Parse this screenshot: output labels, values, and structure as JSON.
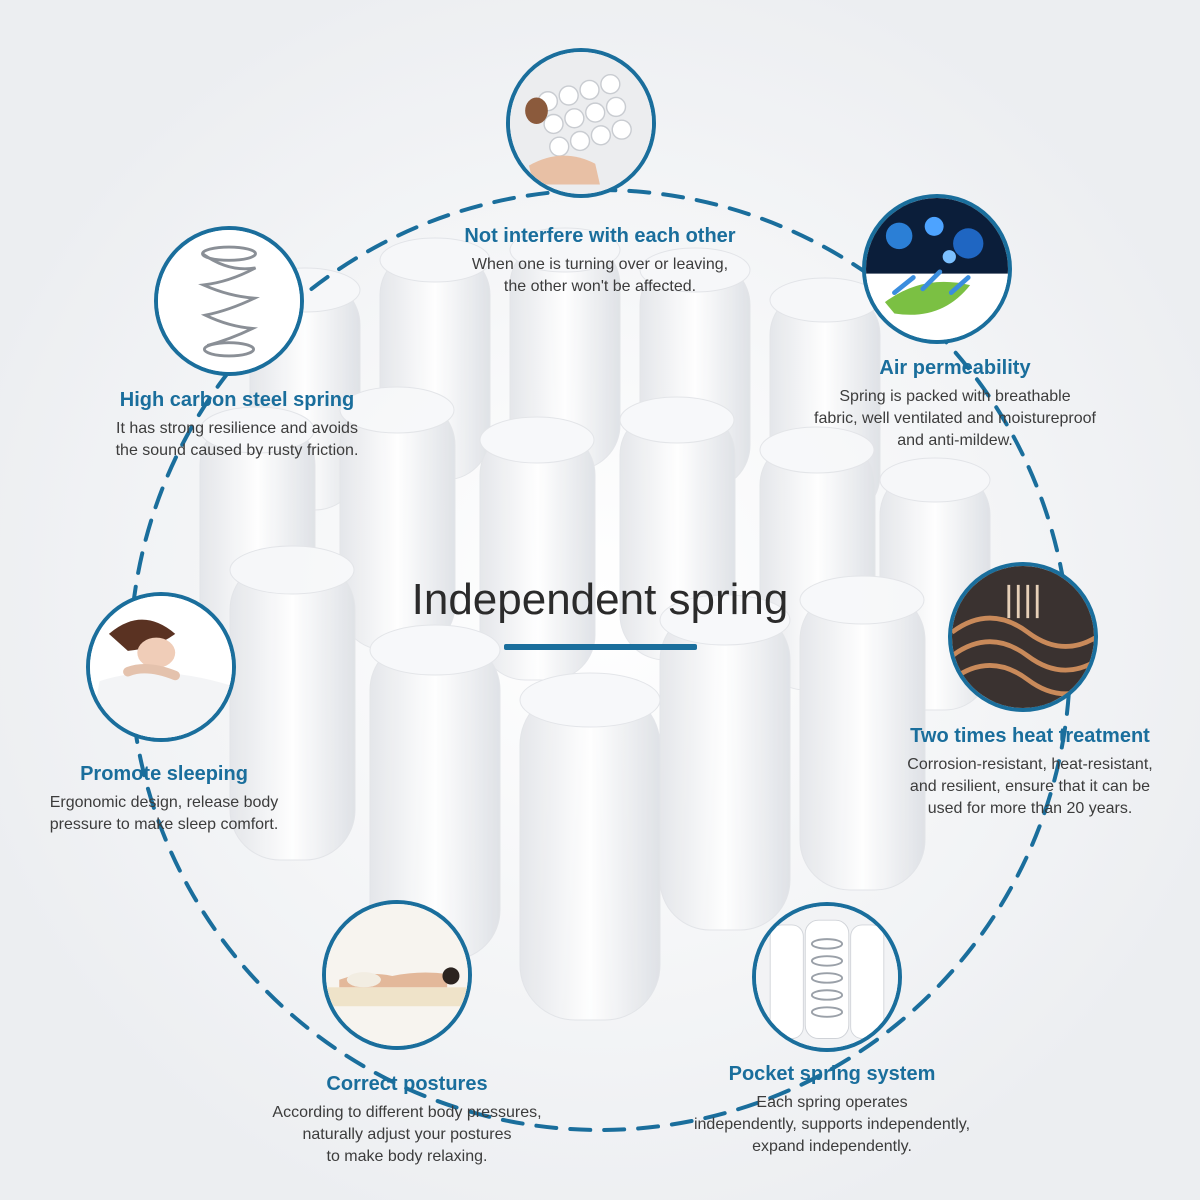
{
  "title": "Independent spring",
  "colors": {
    "accent": "#1a6e9c",
    "text": "#3c3c3c",
    "title": "#2b2b2b"
  },
  "features": [
    {
      "key": "not-interfere",
      "title": "Not interfere with each other",
      "description": "When one is turning over or leaving,\nthe other won't be affected.",
      "icon": "pocket-coils-icon"
    },
    {
      "key": "air-permeability",
      "title": "Air permeability",
      "description": "Spring is packed with breathable\nfabric, well ventilated and moistureproof\nand anti-mildew.",
      "icon": "bacteria-airflow-icon"
    },
    {
      "key": "heat-treatment",
      "title": "Two times heat treatment",
      "description": "Corrosion-resistant, heat-resistant,\nand resilient, ensure that it can be\nused for more than 20 years.",
      "icon": "heated-coil-icon"
    },
    {
      "key": "pocket-spring",
      "title": "Pocket spring system",
      "description": "Each spring operates\nindependently, supports independently,\nexpand independently.",
      "icon": "pocket-spring-icon"
    },
    {
      "key": "correct-postures",
      "title": "Correct postures",
      "description": "According to different body pressures,\nnaturally adjust your postures\nto make body relaxing.",
      "icon": "lying-person-icon"
    },
    {
      "key": "promote-sleeping",
      "title": "Promote sleeping",
      "description": "Ergonomic design, release body\npressure to make sleep comfort.",
      "icon": "sleeping-woman-icon"
    },
    {
      "key": "high-carbon",
      "title": "High carbon steel spring",
      "description": "It has strong resilience and avoids\nthe sound caused by rusty friction.",
      "icon": "coil-spring-icon"
    }
  ]
}
